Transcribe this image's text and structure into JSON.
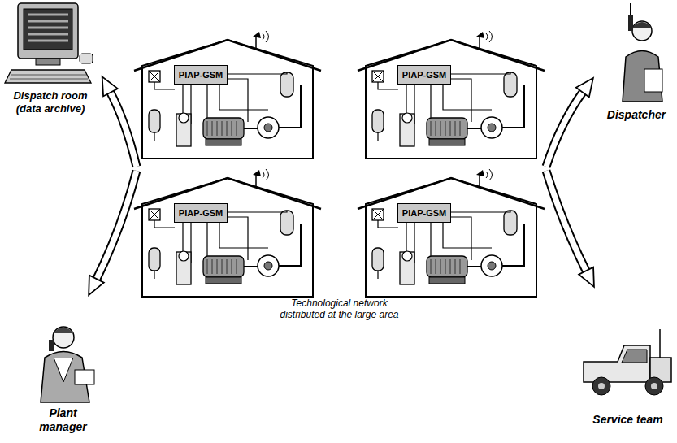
{
  "diagram": {
    "nodes": [
      {
        "text": [
          "PIAP-GSM"
        ]
      },
      {
        "text": [
          "PIAP-GSM"
        ]
      },
      {
        "text": [
          "PIAP-GSM"
        ]
      },
      {
        "text": [
          "PIAP-GSM"
        ]
      }
    ],
    "labels": [
      "Dispatch room (data archive)",
      "Dispatcher",
      "Plant manager",
      "Service team",
      "Technological network distributed at the large area"
    ]
  }
}
